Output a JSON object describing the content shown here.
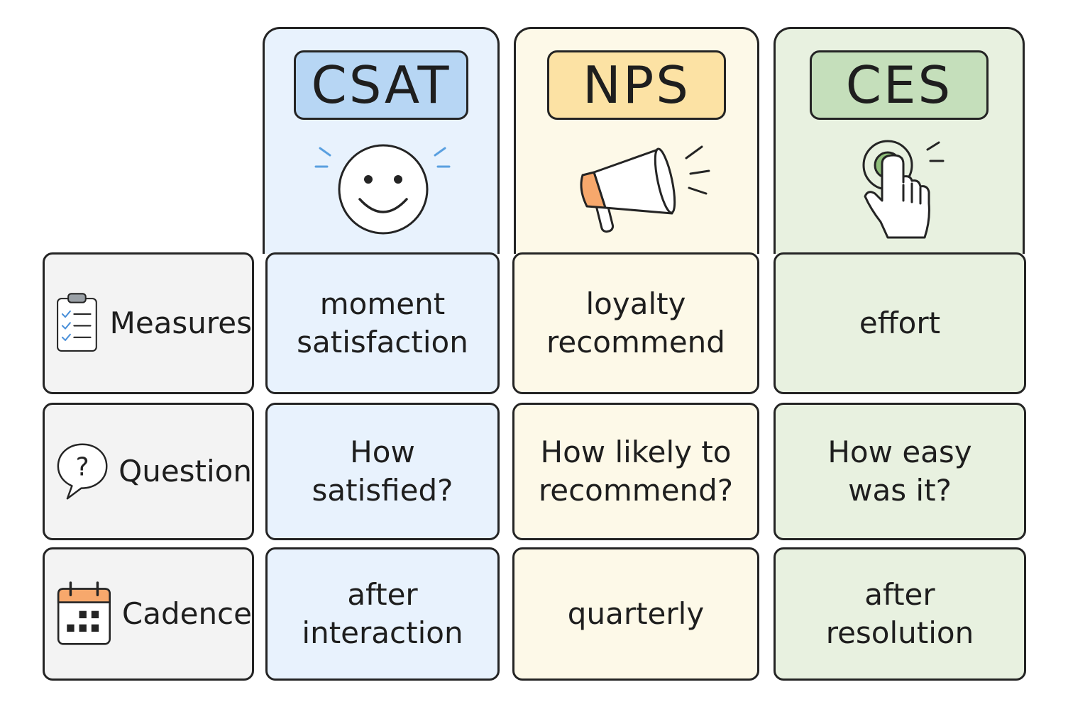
{
  "columns": [
    {
      "key": "csat",
      "title": "CSAT",
      "icon": "smiley-face-icon",
      "color": "#b7d6f4",
      "bg": "#e8f2fd"
    },
    {
      "key": "nps",
      "title": "NPS",
      "icon": "megaphone-icon",
      "color": "#fce2a4",
      "bg": "#fdf9e8"
    },
    {
      "key": "ces",
      "title": "CES",
      "icon": "finger-tap-icon",
      "color": "#c5dfbb",
      "bg": "#e8f1e0"
    }
  ],
  "rows": [
    {
      "label": "Measures",
      "icon": "clipboard-checklist-icon",
      "cells": [
        "moment\nsatisfaction",
        "loyalty\nrecommend",
        "effort"
      ]
    },
    {
      "label": "Question",
      "icon": "question-bubble-icon",
      "cells": [
        "How\nsatisfied?",
        "How likely to\nrecommend?",
        "How easy\nwas it?"
      ]
    },
    {
      "label": "Cadence",
      "icon": "calendar-icon",
      "cells": [
        "after\ninteraction",
        "quarterly",
        "after\nresolution"
      ]
    }
  ]
}
